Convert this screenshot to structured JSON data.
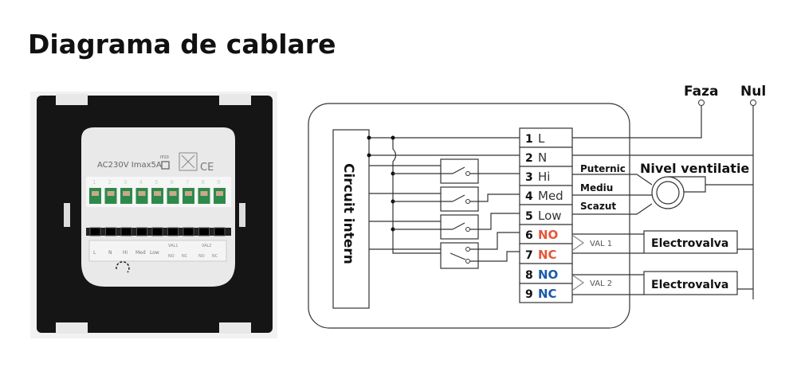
{
  "title": "Diagrama de cablare",
  "device": {
    "rating": "AC230V Imax5A",
    "ip": "IP20",
    "ce": "CE",
    "terminal_numbers": [
      "1",
      "2",
      "3",
      "4",
      "5",
      "6",
      "7",
      "8",
      "9"
    ],
    "terminal_labels": [
      "L",
      "N",
      "Hi",
      "Med",
      "Low"
    ],
    "val1": "VAL1",
    "val2": "VAL2",
    "no": "NO",
    "nc": "NC"
  },
  "diagram": {
    "internal_circuit": "Circuit intern",
    "faza": "Faza",
    "nul": "Nul",
    "terminals": [
      {
        "num": "1",
        "label": "L",
        "color": "#333333"
      },
      {
        "num": "2",
        "label": "N",
        "color": "#333333"
      },
      {
        "num": "3",
        "label": "Hi",
        "color": "#333333"
      },
      {
        "num": "4",
        "label": "Med",
        "color": "#333333"
      },
      {
        "num": "5",
        "label": "Low",
        "color": "#333333"
      },
      {
        "num": "6",
        "label": "NO",
        "color": "#e8553a"
      },
      {
        "num": "7",
        "label": "NC",
        "color": "#e8553a"
      },
      {
        "num": "8",
        "label": "NO",
        "color": "#1a5aa8"
      },
      {
        "num": "9",
        "label": "NC",
        "color": "#1a5aa8"
      }
    ],
    "speed_labels": [
      "Puternic",
      "Mediu",
      "Scazut"
    ],
    "fan_label": "Nivel ventilatie",
    "val1": "VAL 1",
    "val2": "VAL 2",
    "valve1": "Electrovalva",
    "valve2": "Electrovalva"
  }
}
